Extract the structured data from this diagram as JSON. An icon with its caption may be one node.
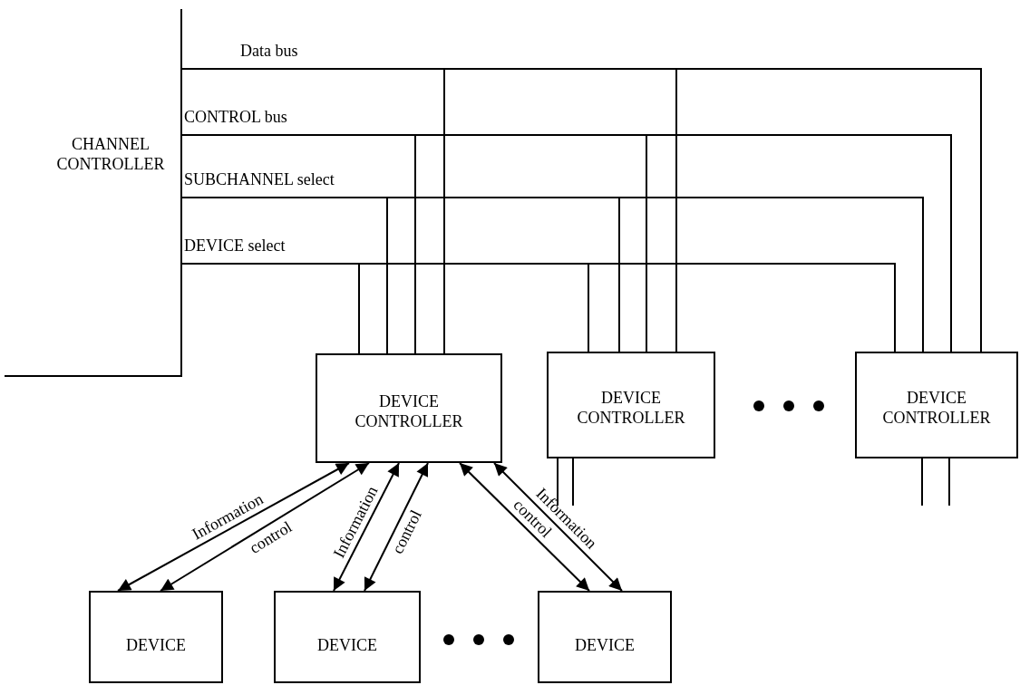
{
  "diagram": {
    "nodes": [
      {
        "text": [
          "CHANNEL CONTROLLER"
        ]
      },
      {
        "text": [
          "DEVICE CONTROLLER"
        ]
      },
      {
        "text": [
          "DEVICE CONTROLLER"
        ]
      },
      {
        "text": [
          "DEVICE CONTROLLER"
        ]
      },
      {
        "text": [
          "DEVICE"
        ]
      },
      {
        "text": [
          "DEVICE"
        ]
      },
      {
        "text": [
          "DEVICE"
        ]
      }
    ],
    "edges": [
      {
        "from": 0,
        "to": 1,
        "arrow": "none",
        "label": "Data bus"
      },
      {
        "from": 0,
        "to": 2,
        "arrow": "none"
      },
      {
        "from": 0,
        "to": 3,
        "arrow": "none"
      },
      {
        "from": 0,
        "to": 1,
        "arrow": "none",
        "label": "CONTROL bus"
      },
      {
        "from": 0,
        "to": 2,
        "arrow": "none"
      },
      {
        "from": 0,
        "to": 3,
        "arrow": "none"
      },
      {
        "from": 0,
        "to": 1,
        "arrow": "none",
        "label": "SUBCHANNEL select"
      },
      {
        "from": 0,
        "to": 2,
        "arrow": "none"
      },
      {
        "from": 0,
        "to": 3,
        "arrow": "none"
      },
      {
        "from": 0,
        "to": 1,
        "arrow": "none",
        "label": "DEVICE select"
      },
      {
        "from": 0,
        "to": 2,
        "arrow": "none"
      },
      {
        "from": 0,
        "to": 3,
        "arrow": "none"
      },
      {
        "from": 1,
        "to": 4,
        "arrow": "both",
        "label": "Information"
      },
      {
        "from": 1,
        "to": 4,
        "arrow": "both",
        "label": "control"
      },
      {
        "from": 1,
        "to": 5,
        "arrow": "both",
        "label": "Information"
      },
      {
        "from": 1,
        "to": 5,
        "arrow": "both",
        "label": "control"
      },
      {
        "from": 1,
        "to": 6,
        "arrow": "both",
        "label": "control"
      },
      {
        "from": 1,
        "to": 6,
        "arrow": "both",
        "label": "Information"
      },
      {
        "from": 2,
        "to": null,
        "arrow": "none"
      },
      {
        "from": 2,
        "to": null,
        "arrow": "none"
      },
      {
        "from": 3,
        "to": null,
        "arrow": "none"
      },
      {
        "from": 3,
        "to": null,
        "arrow": "none"
      }
    ]
  }
}
